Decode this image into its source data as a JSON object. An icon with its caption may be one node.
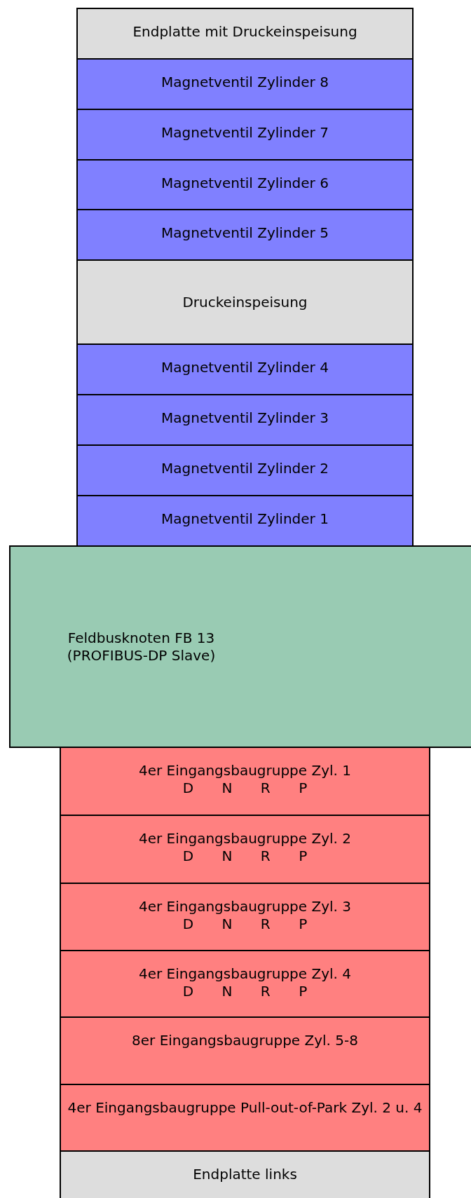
{
  "diagram": {
    "nodes": [
      {
        "text": [
          "Endplatte mit Druckeinspeisung"
        ]
      },
      {
        "text": [
          "Magnetventil Zylinder 8"
        ]
      },
      {
        "text": [
          "Magnetventil Zylinder 7"
        ]
      },
      {
        "text": [
          "Magnetventil Zylinder 6"
        ]
      },
      {
        "text": [
          "Magnetventil Zylinder 5"
        ]
      },
      {
        "text": [
          "Druckeinspeisung"
        ]
      },
      {
        "text": [
          "Magnetventil Zylinder 4"
        ]
      },
      {
        "text": [
          "Magnetventil Zylinder 3"
        ]
      },
      {
        "text": [
          "Magnetventil Zylinder 2"
        ]
      },
      {
        "text": [
          "Magnetventil Zylinder 1"
        ]
      },
      {
        "text": [
          "Feldbusknoten FB 13 (PROFIBUS-DP Slave)"
        ]
      },
      {
        "text": [
          "4er Eingangsbaugruppe Zyl. 1",
          "D N R P"
        ]
      },
      {
        "text": [
          "4er Eingangsbaugruppe Zyl. 2",
          "D N R P"
        ]
      },
      {
        "text": [
          "4er Eingangsbaugruppe Zyl. 3",
          "D N R P"
        ]
      },
      {
        "text": [
          "4er Eingangsbaugruppe Zyl. 4",
          "D N R P"
        ]
      },
      {
        "text": [
          "8er Eingangsbaugruppe Zyl. 5-8"
        ]
      },
      {
        "text": [
          "4er Eingangsbaugruppe Pull-out-of-Park Zyl. 2 u. 4"
        ]
      },
      {
        "text": [
          "Endplatte links"
        ]
      }
    ]
  }
}
